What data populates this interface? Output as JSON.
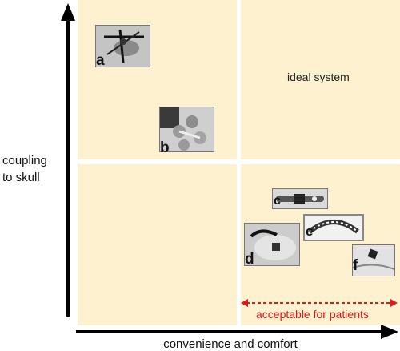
{
  "axes": {
    "y_label": "coupling\nto skull",
    "x_label": "convenience and comfort"
  },
  "regions": {
    "ideal": "ideal system",
    "acceptable": "acceptable for patients",
    "acceptable_color": "#e0191b"
  },
  "colors": {
    "quadrant_fill": "#fdf1cf",
    "axis": "#000000"
  },
  "systems": [
    {
      "tag": "a",
      "depicts": "tripod-head-fixation-icon"
    },
    {
      "tag": "b",
      "depicts": "marker-sphere-frame-icon"
    },
    {
      "tag": "c",
      "depicts": "headband-icon"
    },
    {
      "tag": "d",
      "depicts": "face-mask-icon"
    },
    {
      "tag": "e",
      "depicts": "mesh-cap-icon"
    },
    {
      "tag": "f",
      "depicts": "forehead-marker-icon"
    }
  ]
}
